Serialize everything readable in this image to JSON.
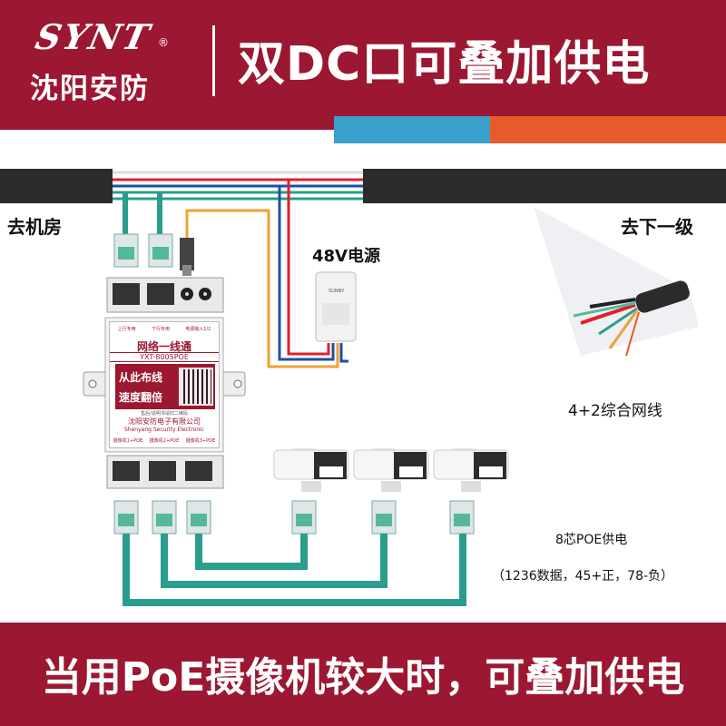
{
  "header": {
    "logo_text": "SYNT",
    "logo_reg": "®",
    "brand": "沈阳安防",
    "headline": "双DC口可叠加供电"
  },
  "labels": {
    "to_server_room": "去机房",
    "to_next_level": "去下一级",
    "power_supply": "48V电源",
    "cable_type": "4+2综合网线",
    "poe_power": "8芯POE供电",
    "pin_assignment": "（1236数据，45+正，78-负）"
  },
  "device": {
    "top_ports": [
      "上行专用",
      "下行专用",
      "电源输入1/2"
    ],
    "title": "网络一线通",
    "model": "YXT-8005POE",
    "slogan_line1": "从此布线",
    "slogan_line2": "速度翻倍",
    "qr_hint": "售后/说明书请扫二维码",
    "company": "沈阳安防电子有限公司",
    "company_en": "Shenyang Security Electronic",
    "bottom_ports": [
      "摄像机1+POE",
      "摄像机2+POE",
      "摄像机3+POE"
    ]
  },
  "psu_brand": "SUNNY",
  "footer": {
    "slogan": "当用PoE摄像机较大时，可叠加供电"
  },
  "colors": {
    "brand_red": "#9c1731",
    "stripe_blue": "#3aa0ce",
    "stripe_orange": "#e85a2a",
    "cable_black": "#2b2b2b",
    "wire_teal": "#2a9d8f",
    "wire_orange": "#f0a030",
    "wire_red": "#e0202a",
    "wire_blue": "#1f4ea8"
  }
}
